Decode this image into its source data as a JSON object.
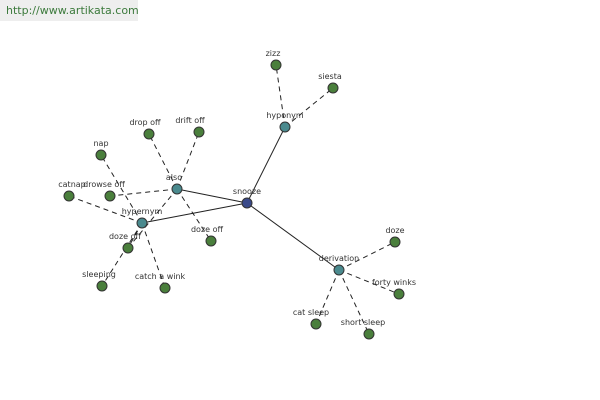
{
  "header": {
    "url": "http://www.artikata.com"
  },
  "colors": {
    "center": "#3a4a8a",
    "hub": "#4a8a8e",
    "leaf": "#4a7f3c"
  },
  "nodes": [
    {
      "id": "snooze",
      "label": "snooze",
      "type": "center"
    },
    {
      "id": "hyponym",
      "label": "hyponym",
      "type": "hub"
    },
    {
      "id": "also",
      "label": "also",
      "type": "hub"
    },
    {
      "id": "hypernym",
      "label": "hypernym",
      "type": "hub"
    },
    {
      "id": "derivation",
      "label": "derivation",
      "type": "hub"
    },
    {
      "id": "zizz",
      "label": "zizz",
      "type": "leaf"
    },
    {
      "id": "siesta",
      "label": "siesta",
      "type": "leaf"
    },
    {
      "id": "drop-off",
      "label": "drop off",
      "type": "leaf"
    },
    {
      "id": "drift-off",
      "label": "drift off",
      "type": "leaf"
    },
    {
      "id": "nap",
      "label": "nap",
      "type": "leaf"
    },
    {
      "id": "catnap",
      "label": "catnap",
      "type": "leaf"
    },
    {
      "id": "drowse-off",
      "label": "drowse off",
      "type": "leaf"
    },
    {
      "id": "doze-off-1",
      "label": "doze off",
      "type": "leaf"
    },
    {
      "id": "doze-off-2",
      "label": "doze off",
      "type": "leaf"
    },
    {
      "id": "sleeping",
      "label": "sleeping",
      "type": "leaf"
    },
    {
      "id": "catch-a-wink",
      "label": "catch a wink",
      "type": "leaf"
    },
    {
      "id": "doze",
      "label": "doze",
      "type": "leaf"
    },
    {
      "id": "forty-winks",
      "label": "forty winks",
      "type": "leaf"
    },
    {
      "id": "cat-sleep",
      "label": "cat sleep",
      "type": "leaf"
    },
    {
      "id": "short-sleep",
      "label": "short sleep",
      "type": "leaf"
    }
  ],
  "edges": [
    {
      "from": "snooze",
      "to": "hyponym",
      "style": "solid"
    },
    {
      "from": "snooze",
      "to": "also",
      "style": "solid"
    },
    {
      "from": "snooze",
      "to": "hypernym",
      "style": "solid"
    },
    {
      "from": "snooze",
      "to": "derivation",
      "style": "solid"
    },
    {
      "from": "hyponym",
      "to": "zizz",
      "style": "dashed"
    },
    {
      "from": "hyponym",
      "to": "siesta",
      "style": "dashed"
    },
    {
      "from": "also",
      "to": "drop-off",
      "style": "dashed"
    },
    {
      "from": "also",
      "to": "drift-off",
      "style": "dashed"
    },
    {
      "from": "also",
      "to": "drowse-off",
      "style": "dashed"
    },
    {
      "from": "also",
      "to": "doze-off-1",
      "style": "dashed"
    },
    {
      "from": "also",
      "to": "doze-off-2",
      "style": "dashed"
    },
    {
      "from": "hypernym",
      "to": "nap",
      "style": "dashed"
    },
    {
      "from": "hypernym",
      "to": "catnap",
      "style": "dashed"
    },
    {
      "from": "hypernym",
      "to": "doze-off-1",
      "style": "dashed"
    },
    {
      "from": "hypernym",
      "to": "sleeping",
      "style": "dashed"
    },
    {
      "from": "hypernym",
      "to": "catch-a-wink",
      "style": "dashed"
    },
    {
      "from": "derivation",
      "to": "doze",
      "style": "dashed"
    },
    {
      "from": "derivation",
      "to": "forty-winks",
      "style": "dashed"
    },
    {
      "from": "derivation",
      "to": "cat-sleep",
      "style": "dashed"
    },
    {
      "from": "derivation",
      "to": "short-sleep",
      "style": "dashed"
    }
  ]
}
